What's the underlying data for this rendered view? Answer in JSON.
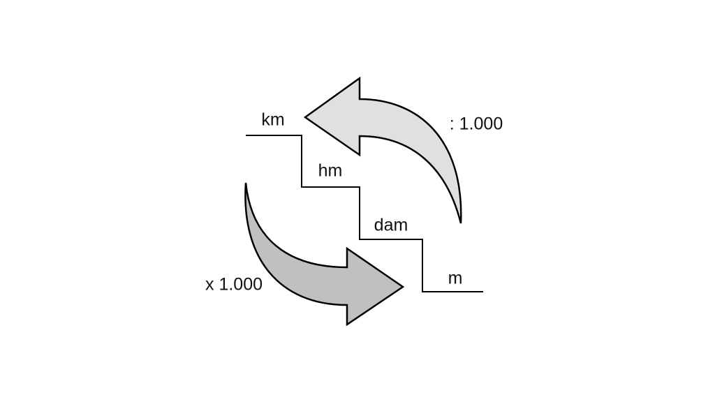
{
  "units": {
    "km": "km",
    "hm": "hm",
    "dam": "dam",
    "m": "m"
  },
  "operations": {
    "divide": ": 1.000",
    "multiply": "x 1.000"
  },
  "colors": {
    "top_arrow": "#e0e0e0",
    "bottom_arrow": "#c0c0c0",
    "outline": "#000000",
    "edge_highlight": "#c8d800"
  }
}
